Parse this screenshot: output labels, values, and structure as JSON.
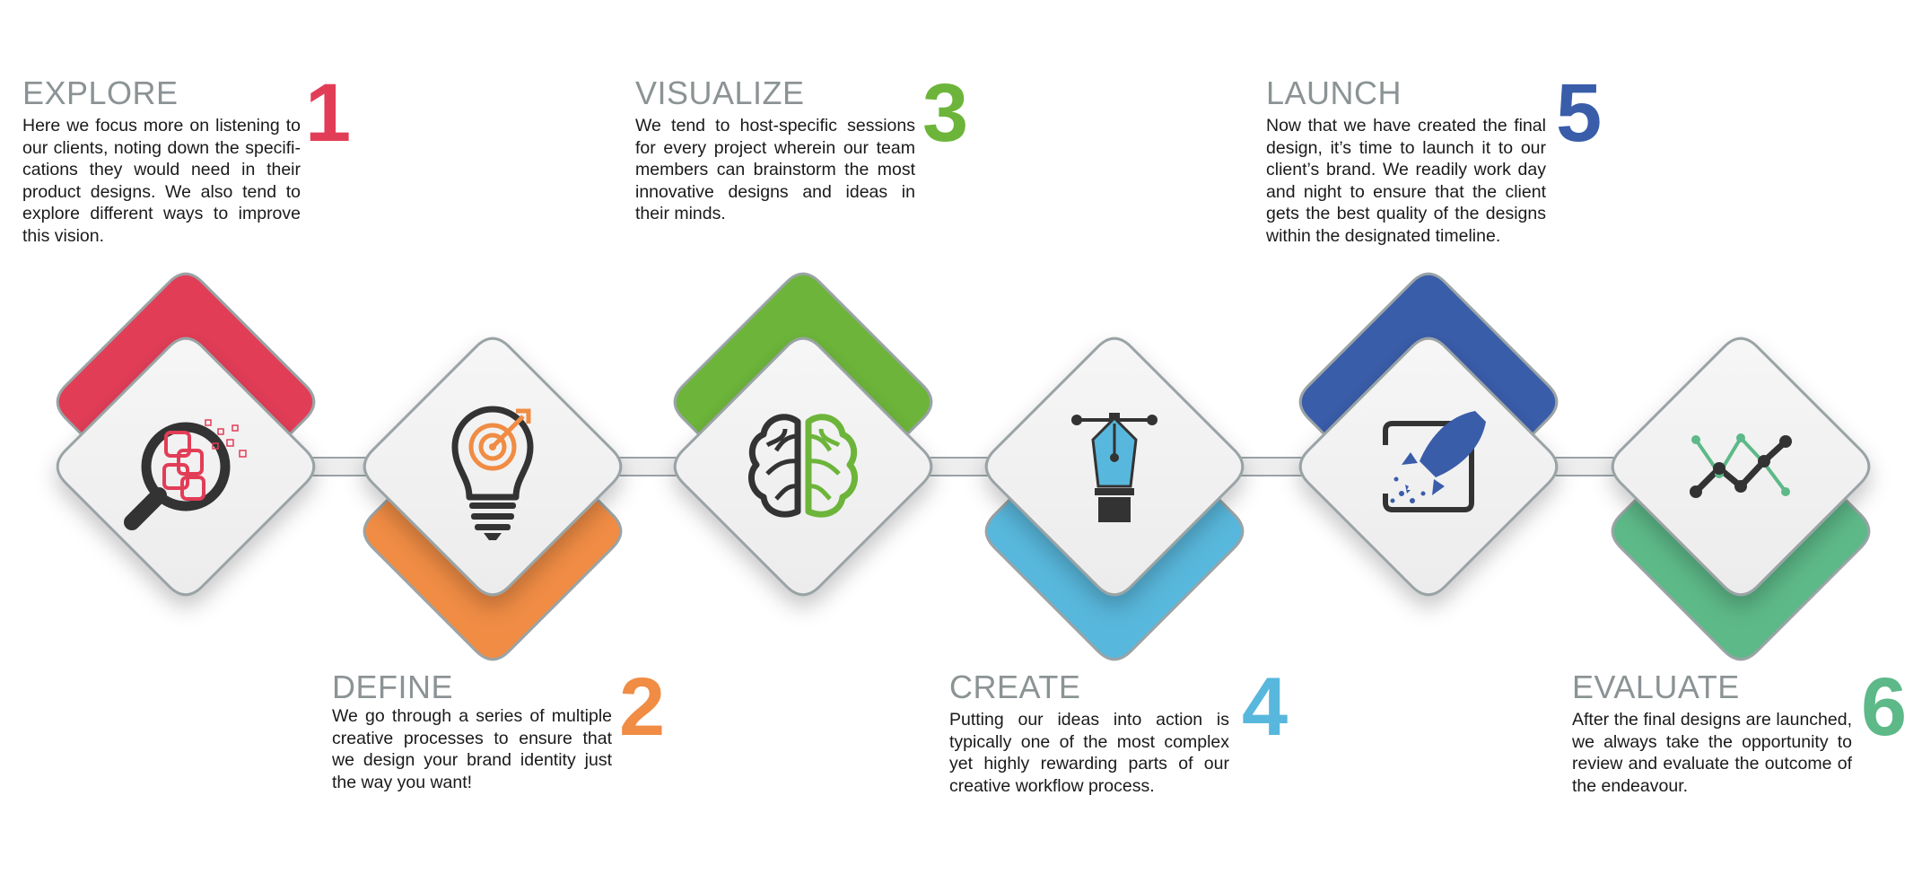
{
  "colors": {
    "explore": "#e23d57",
    "define": "#f08c44",
    "visualize": "#6db53a",
    "create": "#58b7dc",
    "launch": "#3a5daa",
    "evaluate": "#5db988",
    "title_gray": "#8c9395",
    "icon_dark": "#333333"
  },
  "steps": [
    {
      "number": "1",
      "title": "EXPLORE",
      "description": "Here we focus more on listening to our clients, noting down the specifi­cations they would need in their product designs. We also tend to explore different ways to improve this vision.",
      "icon": "magnifier-search-icon"
    },
    {
      "number": "2",
      "title": "DEFINE",
      "description": "We go through a series of multiple creative processes to ensure that we design your brand identity just the way you want!",
      "icon": "lightbulb-target-icon"
    },
    {
      "number": "3",
      "title": "VISUALIZE",
      "description": "We tend to host-specific sessions for every project wherein our team members can brainstorm the most innovative designs and ideas in their minds.",
      "icon": "brain-icon"
    },
    {
      "number": "4",
      "title": "CREATE",
      "description": "Putting our ideas into action is typically one of the most complex yet highly rewarding parts of our creative workflow process.",
      "icon": "pen-nib-icon"
    },
    {
      "number": "5",
      "title": "LAUNCH",
      "description": "Now that we have created the final design, it’s time to launch it to our client’s brand. We readily work day and night to ensure that the client gets the best quality of the designs within the designated timeline.",
      "icon": "rocket-icon"
    },
    {
      "number": "6",
      "title": "EVALUATE",
      "description": "After the final designs are launched, we always take the opportunity to review and evaluate the outcome of the endeavour.",
      "icon": "trend-chart-icon"
    }
  ]
}
